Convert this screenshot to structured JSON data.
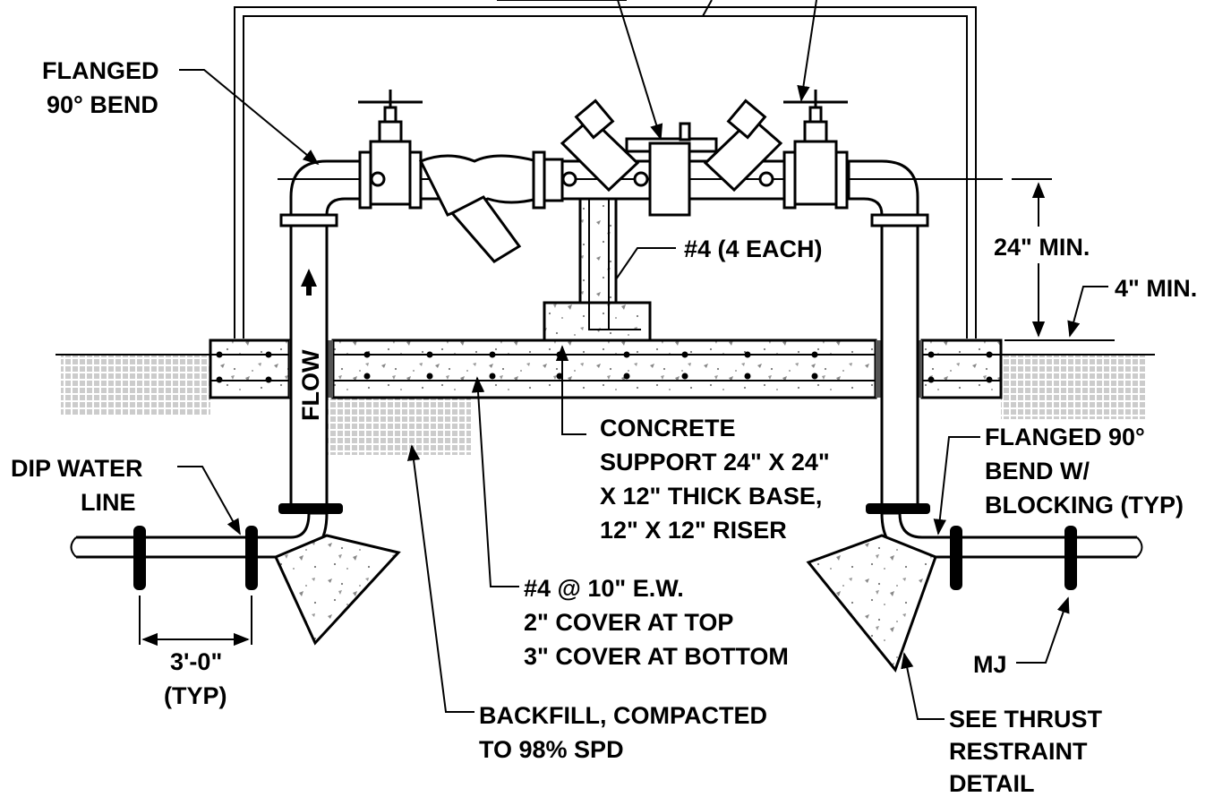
{
  "labels": {
    "flanged_bend_top": [
      "FLANGED",
      "90° BEND"
    ],
    "dip_water_line": [
      "DIP WATER",
      "LINE"
    ],
    "flow": "FLOW",
    "rebar_riser": "#4 (4 EACH)",
    "dim_24_min": "24\" MIN.",
    "dim_4_min": "4\" MIN.",
    "concrete_support": [
      "CONCRETE",
      "SUPPORT 24\" X 24\"",
      "X 12\" THICK BASE,",
      "12\" X 12\" RISER"
    ],
    "flanged_bend_right": [
      "FLANGED 90°",
      "BEND W/",
      "BLOCKING (TYP)"
    ],
    "rebar_slab": [
      "#4 @ 10\" E.W.",
      "2\" COVER AT TOP",
      "3\" COVER AT BOTTOM"
    ],
    "dim_3ft": [
      "3'-0\"",
      "(TYP)"
    ],
    "mj": "MJ",
    "backfill": [
      "BACKFILL, COMPACTED",
      "TO 98% SPD"
    ],
    "thrust": [
      "SEE THRUST",
      "RESTRAINT",
      "DETAIL"
    ]
  },
  "icons": [
    "gate-valve-icon",
    "wye-strainer-icon",
    "backflow-preventer-icon",
    "flow-arrow-icon"
  ]
}
